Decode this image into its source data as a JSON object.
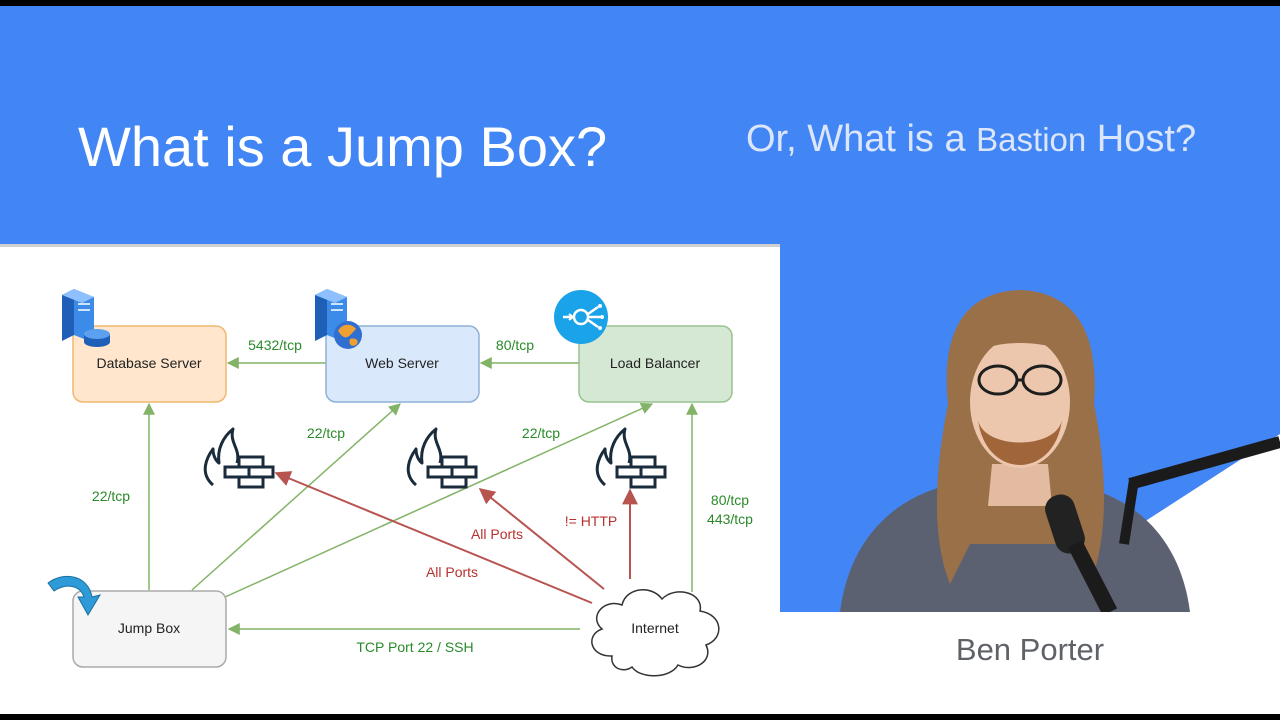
{
  "slide": {
    "title": "What is a Jump Box?",
    "subtitle_prefix": "Or, What is a ",
    "subtitle_small": "Bastion",
    "subtitle_suffix": " Host?",
    "presenter_name": "Ben Porter"
  },
  "colors": {
    "banner": "#4285f4",
    "allowed_arrow": "#82b366",
    "blocked_arrow": "#b85450",
    "database_fill": "#ffe6cc",
    "web_fill": "#dae8fc",
    "lb_fill": "#d5e8d4",
    "jump_fill": "#f5f5f5"
  },
  "diagram": {
    "nodes": {
      "database": "Database Server",
      "web": "Web Server",
      "load_balancer": "Load Balancer",
      "jump_box": "Jump Box",
      "internet": "Internet"
    },
    "edges": {
      "web_to_db": "5432/tcp",
      "lb_to_web": "80/tcp",
      "jump_to_db": "22/tcp",
      "jump_to_web": "22/tcp",
      "jump_to_lb": "22/tcp",
      "internet_to_lb": [
        "80/tcp",
        "443/tcp"
      ],
      "internet_to_jump": "TCP Port 22 / SSH",
      "blocked_db": "All Ports",
      "blocked_web": "All Ports",
      "blocked_lb": "!= HTTP"
    },
    "icons": [
      "server-icon",
      "database-icon",
      "globe-icon",
      "load-balancer-icon",
      "firewall-icon",
      "rotate-arrow-icon",
      "cloud-icon"
    ]
  }
}
